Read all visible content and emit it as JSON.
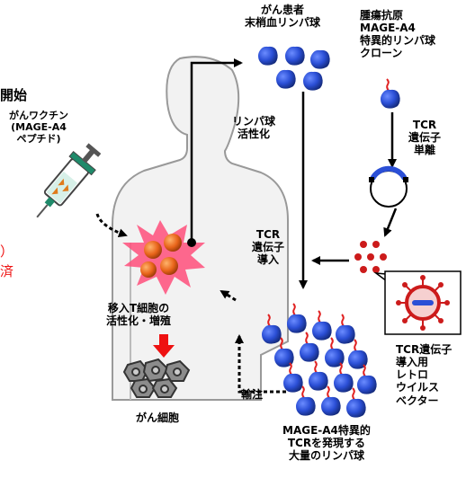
{
  "labels": {
    "start": "開始",
    "vaccine_line1": "がんワクチン",
    "vaccine_line2": "(MAGE-A4",
    "vaccine_line3": "ペプチド)",
    "red_line1": "）",
    "red_line2": "済",
    "patient_line1": "がん患者",
    "patient_line2": "末梢血リンパ球",
    "clone_line1": "腫瘍抗原",
    "clone_line2": "MAGE-A4",
    "clone_line3": "特異的リンパ球",
    "clone_line4": "クローン",
    "tcr_iso_line1": "TCR",
    "tcr_iso_line2": "遺伝子",
    "tcr_iso_line3": "単離",
    "activation_line1": "リンパ球",
    "activation_line2": "活性化",
    "transduction_line1": "TCR",
    "transduction_line2": "遺伝子",
    "transduction_line3": "導入",
    "proliferation_line1": "移入T細胞の",
    "proliferation_line2": "活性化・増殖",
    "infusion": "輸注",
    "cancer_cell": "がん細胞",
    "vector_line1": "TCR遺伝子",
    "vector_line2": "導入用",
    "vector_line3": "レトロ",
    "vector_line4": "ウイルス",
    "vector_line5": "ベクター",
    "product_line1": "MAGE-A4特異的",
    "product_line2": "TCRを発現する",
    "product_line3": "大量のリンパ球"
  },
  "colors": {
    "lymphocyte": "#2b4fd6",
    "lymphocyte_dark": "#1a2f8a",
    "tcr": "#e02020",
    "virus": "#cc1b1b",
    "burst": "#ff4f7b",
    "activated_cell": "#e8641a",
    "body_fill": "#f2f2f2",
    "body_outline": "#999999",
    "accent_text": "#ee1111"
  },
  "icons": [
    "syringe-icon",
    "body-silhouette",
    "lymphocyte-icon",
    "retrovirus-icon",
    "plasmid-icon",
    "cancer-cell-icon",
    "explosion-burst-icon"
  ]
}
